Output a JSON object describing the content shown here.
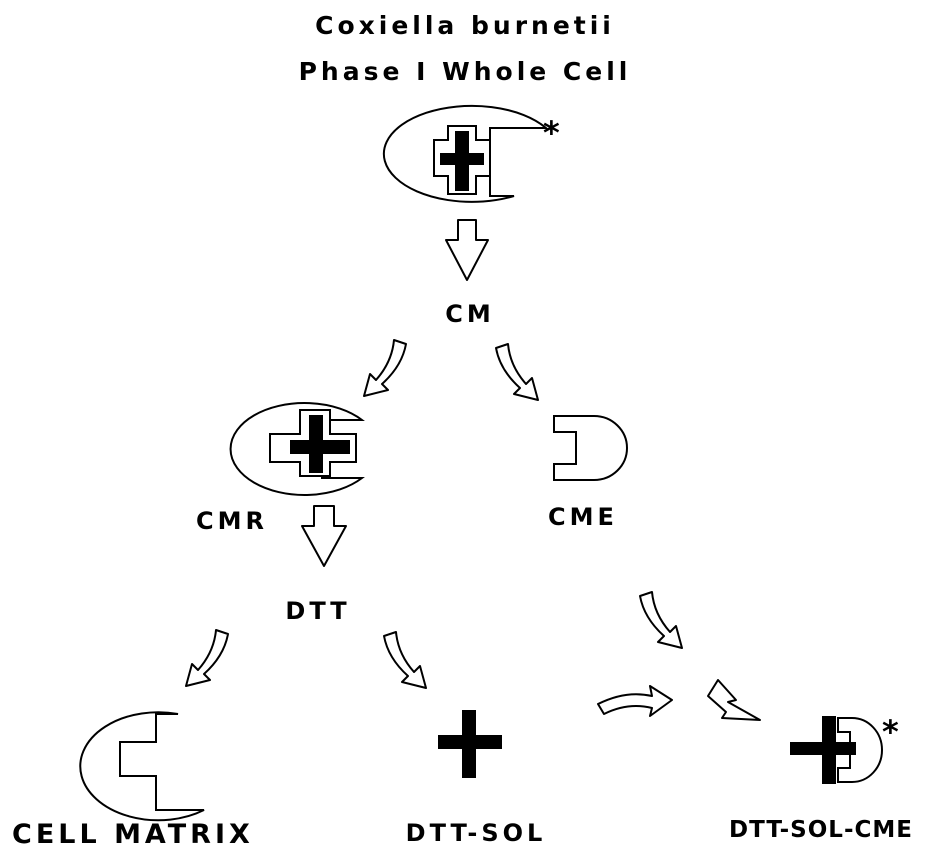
{
  "title": {
    "line1": "Coxiella burnetii",
    "line2": "Phase I Whole Cell"
  },
  "nodes": {
    "cm": "CM",
    "cmr": "CMR",
    "cme": "CME",
    "dtt": "DTT",
    "cell_matrix": "CELL MATRIX",
    "dtt_sol": "DTT-SOL",
    "dtt_sol_cme": "DTT-SOL-CME"
  },
  "markers": {
    "whole_cell_star": "*",
    "dtt_sol_cme_star": "*"
  }
}
